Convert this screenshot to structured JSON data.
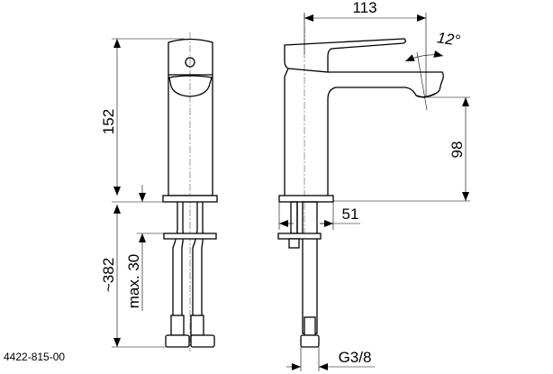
{
  "drawing": {
    "article_number": "4422-815-00",
    "dimensions": {
      "height_body": "152",
      "hose_length": "~382",
      "max_thickness": "max. 30",
      "reach": "113",
      "spout_angle": "12°",
      "spout_height": "98",
      "base_offset": "51",
      "thread": "G3/8"
    }
  }
}
